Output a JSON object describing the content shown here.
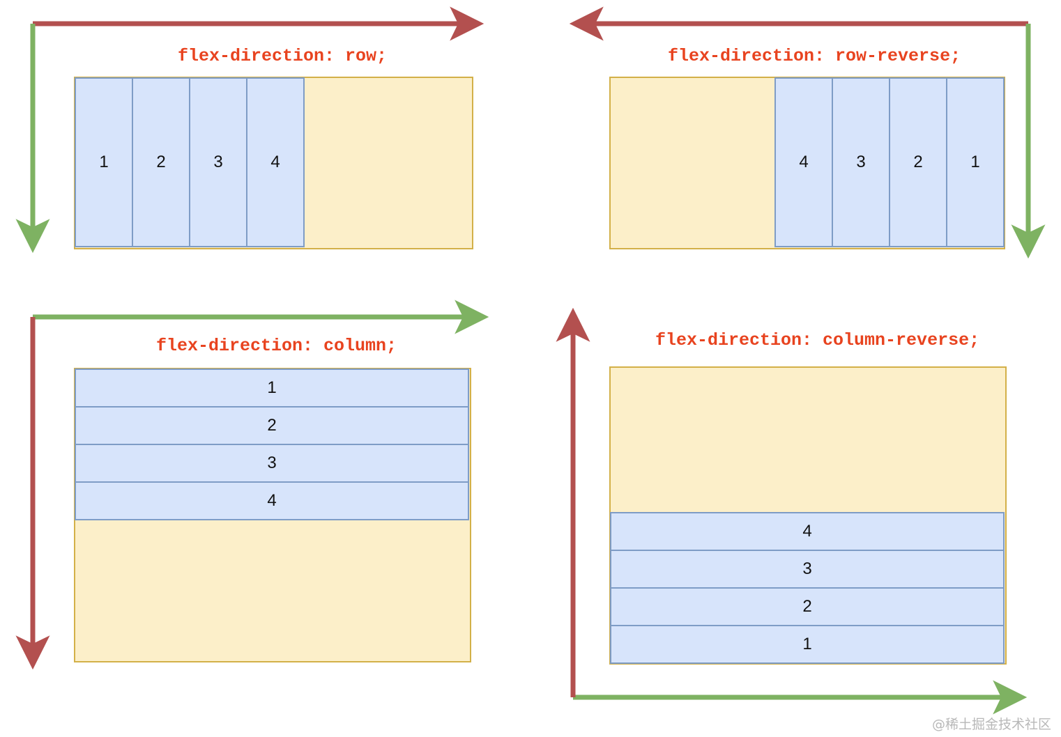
{
  "diagram": {
    "watermark": "@稀土掘金技术社区",
    "colors": {
      "main_axis_arrow": "#b3504f",
      "cross_axis_arrow": "#7eb262",
      "title_text": "#e8431f",
      "container_fill": "#fcefc9",
      "container_border": "#d3b048",
      "item_fill": "#d7e4fb",
      "item_border": "#7e9cc6",
      "item_text": "#111111"
    },
    "panels": [
      {
        "id": "row",
        "title": "flex-direction: row;",
        "direction": "row",
        "items": [
          "1",
          "2",
          "3",
          "4"
        ],
        "main_axis": {
          "color": "#b3504f",
          "orientation": "horizontal",
          "points": "left-to-right"
        },
        "cross_axis": {
          "color": "#7eb262",
          "orientation": "vertical",
          "points": "top-to-bottom"
        }
      },
      {
        "id": "row-reverse",
        "title": "flex-direction: row-reverse;",
        "direction": "row-reverse",
        "items": [
          "1",
          "2",
          "3",
          "4"
        ],
        "main_axis": {
          "color": "#b3504f",
          "orientation": "horizontal",
          "points": "right-to-left"
        },
        "cross_axis": {
          "color": "#7eb262",
          "orientation": "vertical",
          "points": "top-to-bottom"
        }
      },
      {
        "id": "column",
        "title": "flex-direction: column;",
        "direction": "column",
        "items": [
          "1",
          "2",
          "3",
          "4"
        ],
        "main_axis": {
          "color": "#b3504f",
          "orientation": "vertical",
          "points": "top-to-bottom"
        },
        "cross_axis": {
          "color": "#7eb262",
          "orientation": "horizontal",
          "points": "left-to-right"
        }
      },
      {
        "id": "column-reverse",
        "title": "flex-direction: column-reverse;",
        "direction": "column-reverse",
        "items": [
          "1",
          "2",
          "3",
          "4"
        ],
        "main_axis": {
          "color": "#b3504f",
          "orientation": "vertical",
          "points": "bottom-to-top"
        },
        "cross_axis": {
          "color": "#7eb262",
          "orientation": "horizontal",
          "points": "left-to-right"
        }
      }
    ]
  }
}
